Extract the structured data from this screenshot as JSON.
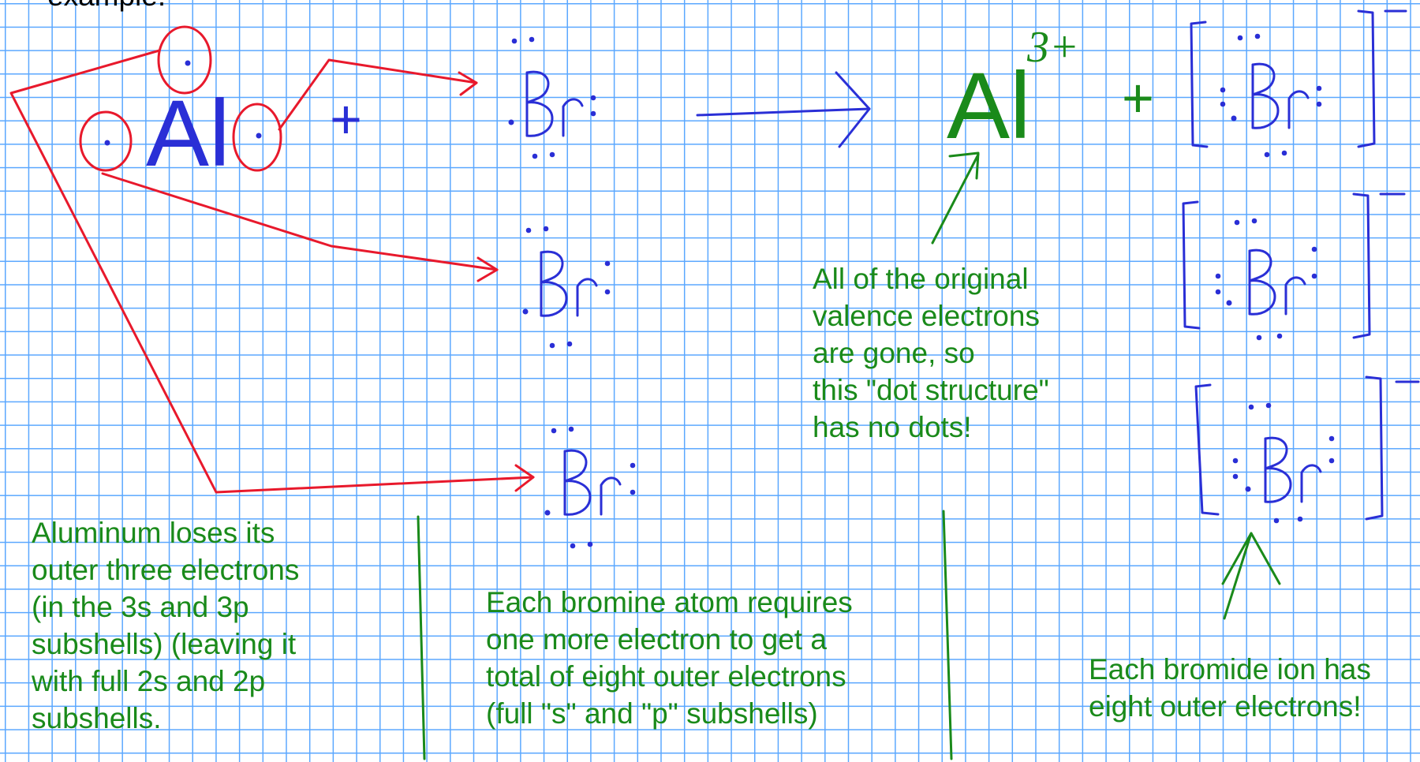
{
  "header_fragment": "example.",
  "notes": {
    "aluminum": "Aluminum loses its\nouter three electrons\n(in the 3s and 3p\nsubshells) (leaving it\nwith full 2s and 2p\nsubshells.",
    "bromine": "Each bromine atom requires\none more electron to get a\ntotal of eight outer electrons\n(full \"s\" and \"p\" subshells)",
    "aluminum_ion": "All of the original\nvalence electrons\nare gone, so\nthis \"dot structure\"\nhas no dots!",
    "bromide_ion": "Each bromide ion has\neight outer electrons!"
  },
  "symbols": {
    "aluminum": "Al",
    "bromine": "Br",
    "plus": "+",
    "al_charge": "3+",
    "br_charge": "−"
  },
  "colors": {
    "red_ink": "#e8192c",
    "blue_ink": "#2a2fd6",
    "green_ink": "#1a8a1a",
    "grid": "#5aa7ff"
  }
}
